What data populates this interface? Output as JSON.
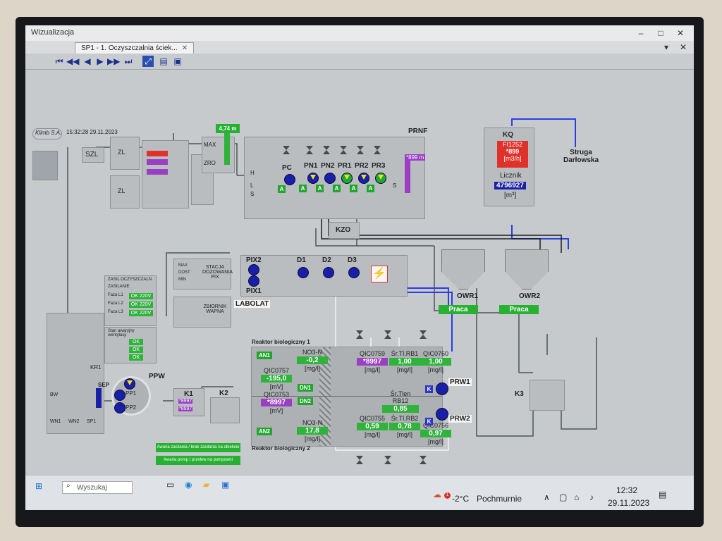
{
  "window": {
    "title": "Wizualizacja",
    "tab": "SP1 - 1. Oczyszczalnia ściek...",
    "tab_close": "✕",
    "minimize": "–",
    "maximize": "□",
    "close": "✕",
    "overflow": "▾"
  },
  "header": {
    "logo": "Klimb S.A.",
    "datetime": "15:32:28 29.11.2023"
  },
  "rnf": {
    "title": "PRNF",
    "level_value": "4,74 m",
    "max_label": "MAX",
    "min_label": "ZRO",
    "h_label": "H",
    "l_label": "L",
    "s_label": "S",
    "pumps": [
      "PC",
      "PN1",
      "PN2",
      "PR1",
      "PR2",
      "PR3"
    ],
    "level2_value": "*899 m"
  },
  "kzo": {
    "label": "KZO"
  },
  "kq": {
    "title": "KQ",
    "flow_tag": "FI1252",
    "flow_value": "*899",
    "flow_unit": "[m3/h]",
    "counter_label": "Licznik",
    "counter_value": "4796927",
    "counter_unit": "[m³]"
  },
  "outlet": {
    "label": "Struga Darłowska"
  },
  "owr": [
    {
      "name": "OWR1",
      "status": "Praca"
    },
    {
      "name": "OWR2",
      "status": "Praca"
    }
  ],
  "pix": {
    "pix1": "PIX1",
    "pix2": "PIX2",
    "station": "STACJA DOZOWANIA PIX",
    "tank": "ZBIORNIK WAPNA",
    "labolat": "LABOLAT",
    "dosers": [
      "D1",
      "D2",
      "D3"
    ],
    "chem_marks": [
      "MAX",
      "DOST",
      "MIN"
    ]
  },
  "power": {
    "title": "ZASIL OCZYSZCZALN",
    "caption": "ZASILANIE",
    "phases": [
      "Faza L1",
      "Faza L2",
      "Faza L3"
    ],
    "voltage": [
      "OK 220V",
      "OK 220V",
      "OK 220V"
    ],
    "fault_caption": "Stan awaryjny wentylacji",
    "fault_vals": [
      "OK",
      "OK",
      "OK"
    ]
  },
  "inlet": {
    "szl": "SZL",
    "zl": [
      "ZL",
      "ZL"
    ],
    "ppw": "PPW",
    "pumps": [
      "PP1",
      "PP2"
    ],
    "sep": "SEP",
    "kr": "KR1",
    "k1": "K1",
    "k1_vals": [
      "*8997",
      "*8997"
    ],
    "k2": "K2",
    "sub_labels": [
      "WN1",
      "WN2",
      "SP1",
      "BW"
    ]
  },
  "reactor": {
    "title1": "Reaktor biologiczny 1",
    "title2": "Reaktor biologiczny 2",
    "no3_1": {
      "tag": "NO3-N",
      "value": "-0,2",
      "unit": "[mg/l]"
    },
    "no3_2": {
      "tag": "NO3-N",
      "value": "17,8",
      "unit": "[mg/l]"
    },
    "qic0757": {
      "tag": "QIC0757",
      "value": "-195,0",
      "unit": "[mV]"
    },
    "qic0753": {
      "tag": "QIC0753",
      "value": "*8997",
      "unit": "[mV]"
    },
    "qic0759": {
      "tag": "QIC0759",
      "value": "*8997",
      "unit": "[mg/l]"
    },
    "srtl_rb1": {
      "tag": "Śr.Tl.RB1",
      "value": "1,00",
      "unit": "[mg/l]"
    },
    "qic0760": {
      "tag": "QIC0760",
      "value": "1,00",
      "unit": "[mg/l]"
    },
    "srtl_rb12": {
      "tag": "Śr.Tlen RB12",
      "value": "0,85",
      "unit": "[mg/l]"
    },
    "qic0755": {
      "tag": "QIC0755",
      "value": "0,59",
      "unit": "[mg/l]"
    },
    "srtl_rb2": {
      "tag": "Śr.Tl.RB2",
      "value": "0,78",
      "unit": "[mg/l]"
    },
    "qic0756": {
      "tag": "QIC0756",
      "value": "0,97",
      "unit": "[mg/l]"
    },
    "mixers": [
      "AN1",
      "AN2",
      "DN1",
      "DN2"
    ],
    "prw1": "PRW1",
    "prw2": "PRW2",
    "k3": "K3"
  },
  "alarms": [
    "Awaria zasilania / brak zasilania na obiekcie",
    "Awaria pomp / przelew na pompowni"
  ],
  "taskbar": {
    "search_placeholder": "Wyszukaj",
    "weather_temp": "-2°C",
    "weather_text": "Pochmurnie",
    "time": "12:32",
    "date": "29.11.2023",
    "notification_count": "1"
  },
  "colors": {
    "pump_blue": "#1a1fa8",
    "value_green": "#2fb33b",
    "value_purple": "#9a3fc4",
    "pipe_blue": "#2b3ee0",
    "alarm_red": "#e0302a"
  }
}
